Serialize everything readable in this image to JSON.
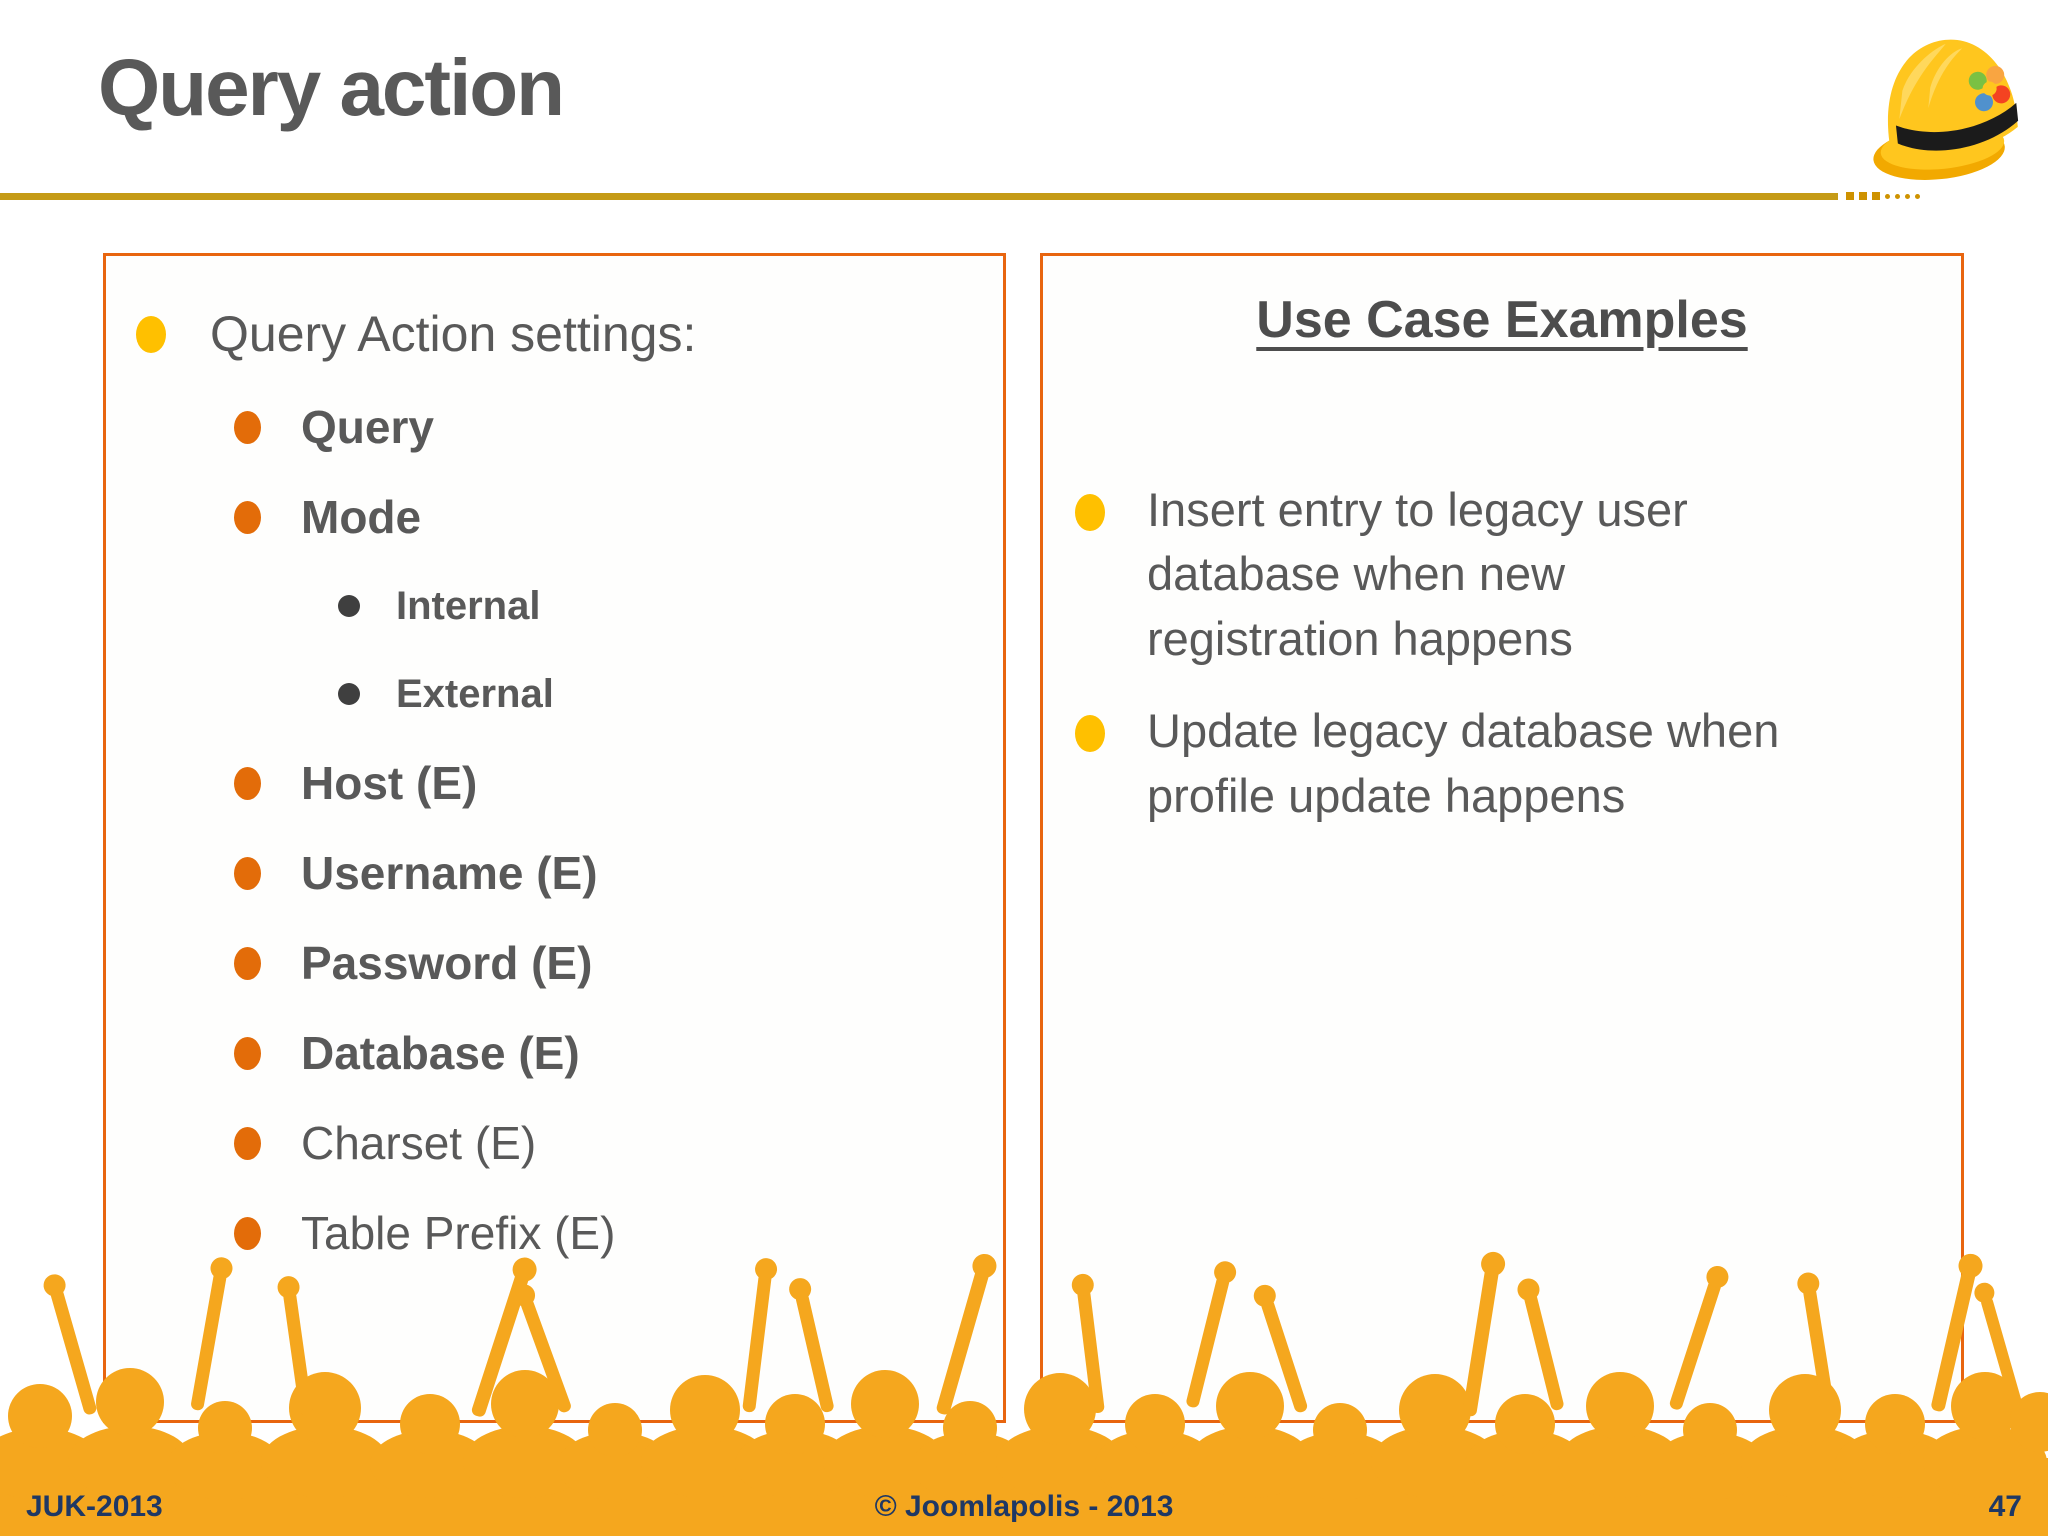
{
  "slide": {
    "title": "Query action",
    "footer_left": "JUK-2013",
    "footer_center": "© Joomlapolis - 2013",
    "page_number": "47"
  },
  "left_panel": {
    "heading": "Query Action settings:",
    "items": [
      {
        "label": "Query",
        "level": 2,
        "bold": true
      },
      {
        "label": "Mode",
        "level": 2,
        "bold": true
      },
      {
        "label": "Internal",
        "level": 3,
        "bold": true
      },
      {
        "label": "External",
        "level": 3,
        "bold": true
      },
      {
        "label": "Host (E)",
        "level": 2,
        "bold": true
      },
      {
        "label": "Username (E)",
        "level": 2,
        "bold": true
      },
      {
        "label": "Password (E)",
        "level": 2,
        "bold": true
      },
      {
        "label": "Database (E)",
        "level": 2,
        "bold": true
      },
      {
        "label": "Charset (E)",
        "level": 2,
        "bold": false
      },
      {
        "label": "Table Prefix (E)",
        "level": 2,
        "bold": false
      }
    ]
  },
  "right_panel": {
    "heading": "Use Case Examples",
    "bullets": [
      "Insert entry to legacy user database when new registration happens",
      "Update legacy database when profile update happens"
    ]
  },
  "icons": {
    "hard_hat": "construction-hard-hat-with-joomla-logo"
  },
  "colors": {
    "title_gray": "#595959",
    "gold_rule": "#C59B17",
    "panel_border_orange": "#E8650F",
    "bullet_yellow": "#FFC000",
    "bullet_orange": "#E36C09",
    "bullet_dark": "#3F3F3F",
    "crowd_orange": "#F5A71E",
    "footer_navy": "#1F3864"
  }
}
